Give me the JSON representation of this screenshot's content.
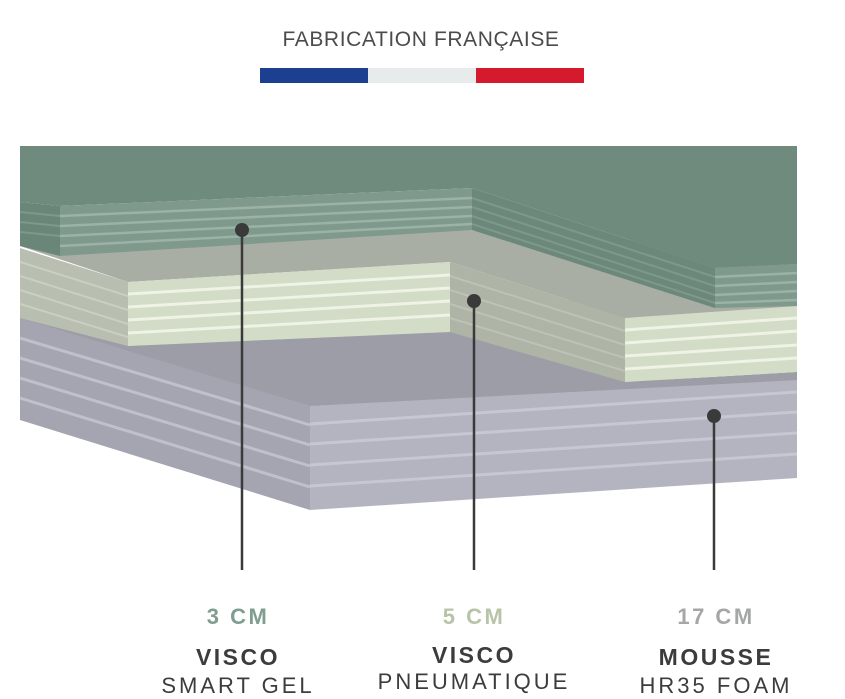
{
  "header": {
    "title": "FABRICATION FRANÇAISE"
  },
  "flag": {
    "colors": [
      "#1d3f8f",
      "#e8ebeb",
      "#d61a2e"
    ]
  },
  "layers": [
    {
      "thickness": "3 CM",
      "name": "VISCO",
      "subname": "SMART GEL",
      "color": "#7a9588",
      "label_color": "#7f9d90"
    },
    {
      "thickness": "5 CM",
      "name": "VISCO",
      "subname": "PNEUMATIQUE",
      "color": "#c9d2bf",
      "label_color": "#b8c4a8"
    },
    {
      "thickness": "17 CM",
      "name": "MOUSSE",
      "subname": "HR35 FOAM",
      "color": "#a8a9b5",
      "label_color": "#a5a6a6"
    }
  ]
}
